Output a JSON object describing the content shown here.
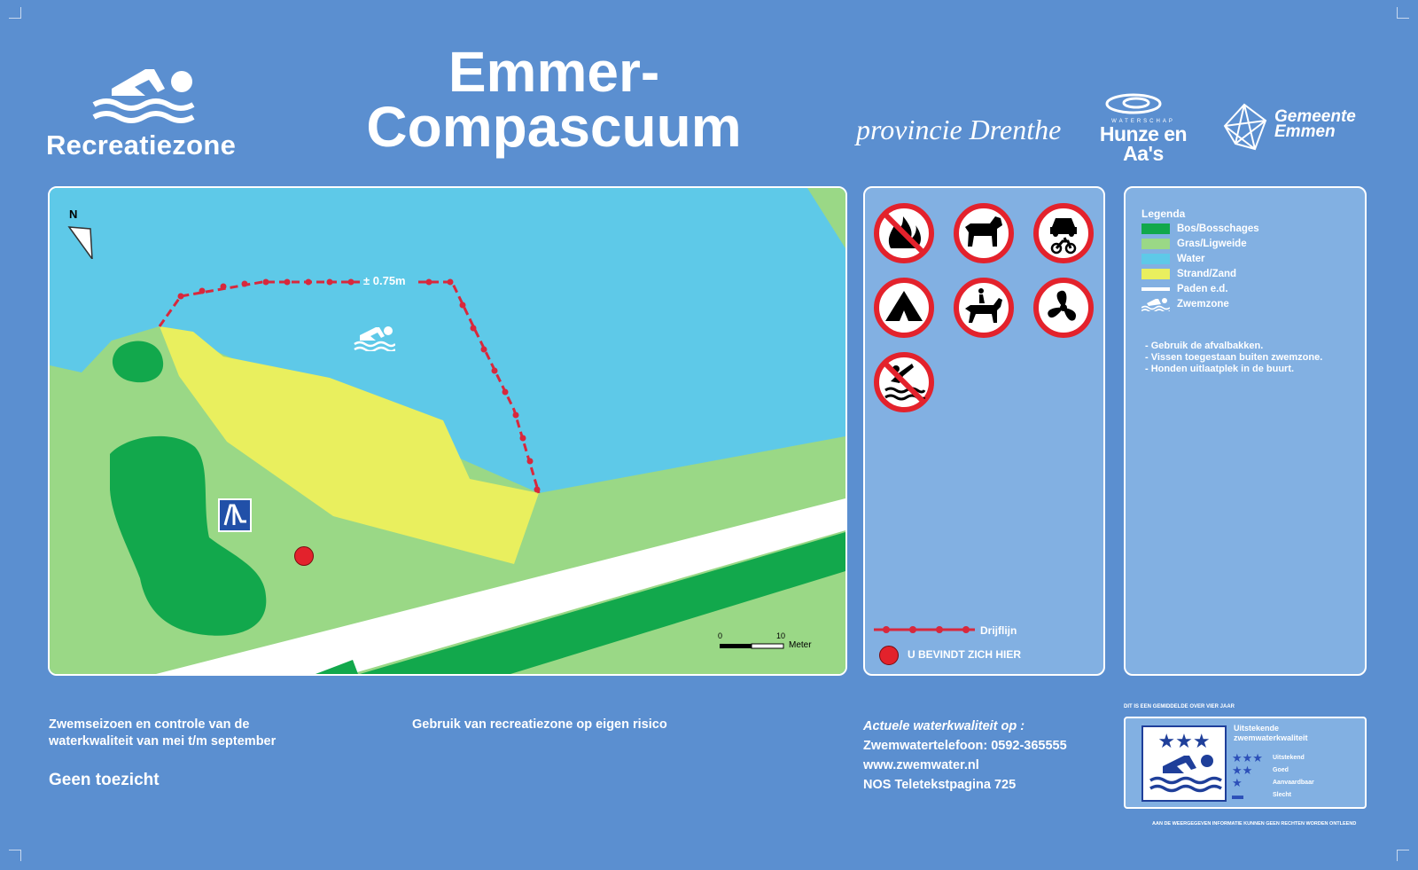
{
  "header": {
    "brand": "Recreatiezone",
    "title_line1": "Emmer-",
    "title_line2": "Compascuum",
    "logo_provincie": "provincie Drenthe",
    "logo_hunze_sub": "WATERSCHAP",
    "logo_hunze_main": "Hunze en Aa's",
    "logo_emmen_line1": "Gemeente",
    "logo_emmen_line2": "Emmen"
  },
  "map": {
    "north": "N",
    "depth_label": "± 0.75m",
    "scale_zero": "0",
    "scale_ten": "10",
    "scale_unit": "Meter",
    "icons": [
      "north-arrow-icon",
      "swimmer-icon",
      "slide-icon",
      "you-are-here-marker"
    ]
  },
  "signs": {
    "icons": [
      "no-fire-icon",
      "no-dogs-icon",
      "no-motor-vehicles-icon",
      "no-camping-icon",
      "no-horses-icon",
      "no-motorboats-icon",
      "no-diving-icon"
    ],
    "drijflijn_label": "Drijflijn",
    "here_label": "U BEVINDT ZICH HIER"
  },
  "legend": {
    "title": "Legenda",
    "items": [
      {
        "label": "Bos/Bosschages",
        "color": "#12a84c"
      },
      {
        "label": "Gras/Ligweide",
        "color": "#9ad886"
      },
      {
        "label": "Water",
        "color": "#5ec9e8"
      },
      {
        "label": "Strand/Zand",
        "color": "#e9ef5e"
      },
      {
        "label": "Paden e.d.",
        "color": "#ffffff"
      },
      {
        "label": "Zwemzone",
        "color": "#ffffff"
      }
    ],
    "notes": [
      "- Gebruik de afvalbakken.",
      "- Vissen toegestaan buiten zwemzone.",
      "- Honden uitlaatplek in de buurt."
    ]
  },
  "footer": {
    "season_line1": "Zwemseizoen en controle van de",
    "season_line2": "waterkwaliteit van mei t/m september",
    "no_supervision": "Geen toezicht",
    "risk": "Gebruik van recreatiezone op eigen risico",
    "quality_heading": "Actuele waterkwaliteit op :",
    "phone": "Zwemwatertelefoon: 0592-365555",
    "website": "www.zwemwater.nl",
    "teletext": "NOS Teletekstpagina 725"
  },
  "quality": {
    "top_note": "DIT IS EEN GEMIDDELDE OVER VIER JAAR",
    "title_line1": "Uitstekende",
    "title_line2": "zwemwaterkwaliteit",
    "rating_stars": 3,
    "levels": [
      {
        "stars": "★★★",
        "label": "Uitstekend"
      },
      {
        "stars": "★★",
        "label": "Goed"
      },
      {
        "stars": "★",
        "label": "Aanvaardbaar"
      },
      {
        "stars": "▬",
        "label": "Slecht"
      }
    ],
    "disclaimer": "AAN DE WEERGEGEVEN INFORMATIE KUNNEN GEEN RECHTEN WORDEN ONTLEEND"
  }
}
